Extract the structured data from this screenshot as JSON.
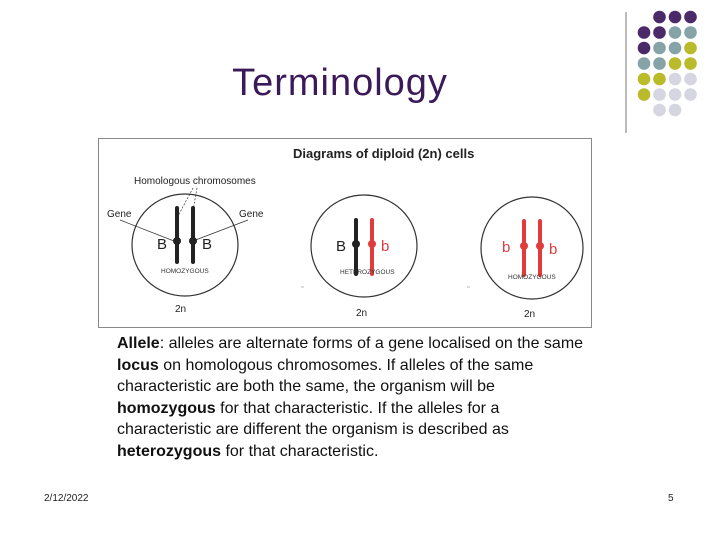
{
  "slide": {
    "title": "Terminology",
    "date": "2/12/2022",
    "page_number": "5"
  },
  "diagram": {
    "title": "Diagrams of diploid (2n) cells",
    "homologous_label": "Homologous chromosomes",
    "gene_left": "Gene",
    "gene_right": "Gene",
    "cells": [
      {
        "left_allele": "B",
        "right_allele": "B",
        "genotype": "HOMOZYGOUS",
        "ploidy": "2n",
        "left_color": "#222222",
        "right_color": "#222222"
      },
      {
        "left_allele": "B",
        "right_allele": "b",
        "genotype": "HETEROZYGOUS",
        "ploidy": "2n",
        "left_color": "#222222",
        "right_color": "#e03c3c"
      },
      {
        "left_allele": "b",
        "right_allele": "b",
        "genotype": "HOMOZYGOUS",
        "ploidy": "2n",
        "left_color": "#e03c3c",
        "right_color": "#e03c3c"
      }
    ]
  },
  "body": {
    "term1": "Allele",
    "text1": ": alleles are alternate forms of a gene localised on the same ",
    "term2": "locus",
    "text2": " on homologous chromosomes. If alleles of the same characteristic are both the same, the organism will be ",
    "term3": "homozygous",
    "text3": " for that characteristic. If the alleles for a characteristic are different the organism is described as ",
    "term4": "heterozygous",
    "text4": " for that characteristic."
  },
  "colors": {
    "title": "#3b1a5a",
    "dot_purple": "#4b2a6a",
    "dot_teal": "#86a3a8",
    "dot_olive": "#b9bb2b",
    "dot_lavender": "#d6d5e2",
    "allele_red": "#e03c3c"
  }
}
